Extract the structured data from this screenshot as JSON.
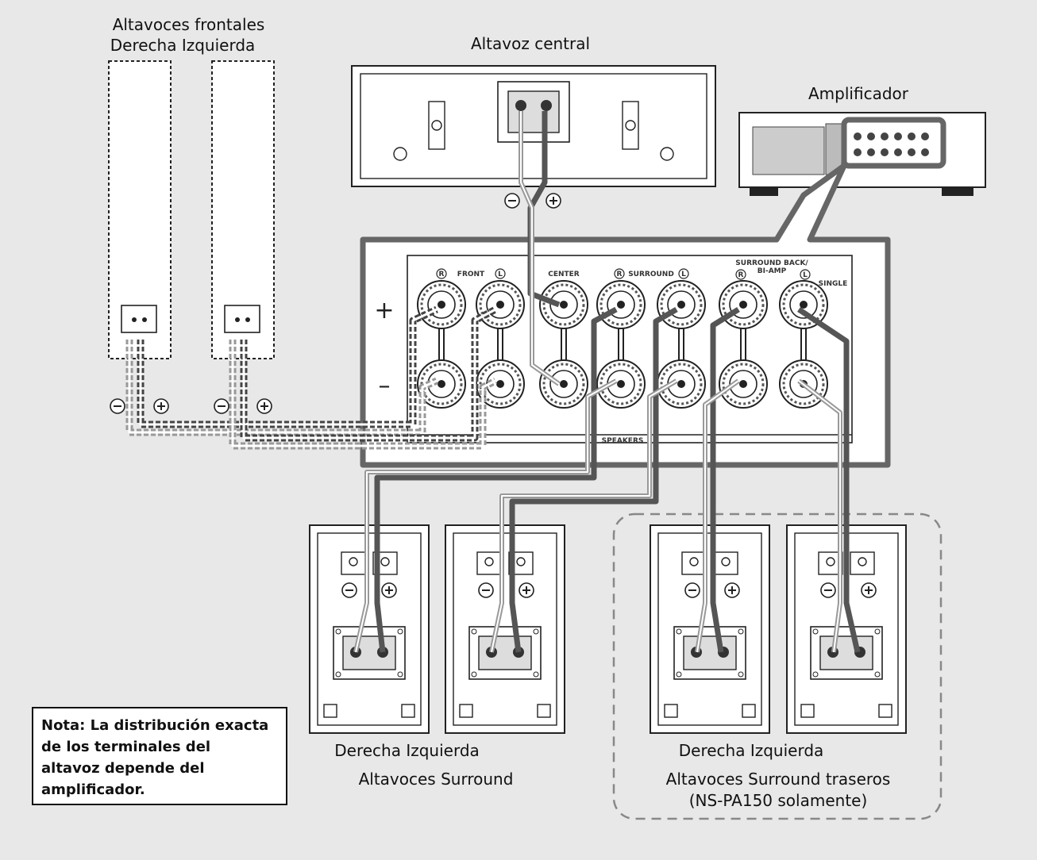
{
  "labels": {
    "front_title_1": "Altavoces frontales",
    "front_title_2": "Derecha Izquierda",
    "center_title": "Altavoz central",
    "amp_title": "Amplificador",
    "surround_lr": "Derecha Izquierda",
    "surround_title": "Altavoces Surround",
    "back_lr": "Derecha Izquierda",
    "back_title_1": "Altavoces Surround traseros",
    "back_title_2": "(NS-PA150 solamente)"
  },
  "note": {
    "line1": "Nota: La distribución exacta",
    "line2": "de los terminales del",
    "line3": "altavoz depende del",
    "line4": "amplificador."
  },
  "panel": {
    "plus": "+",
    "minus": "–",
    "front": "FRONT",
    "center": "CENTER",
    "surround": "SURROUND",
    "surround_back_1": "SURROUND BACK/",
    "surround_back_2": "BI-AMP",
    "single": "SINGLE",
    "speakers": "SPEAKERS",
    "r_mark": "R",
    "l_mark": "L"
  },
  "polarity": {
    "neg": "−",
    "pos": "+"
  },
  "colors": {
    "background": "#e8e8e8",
    "dark_wire": "#555555",
    "outline": "#222222"
  }
}
